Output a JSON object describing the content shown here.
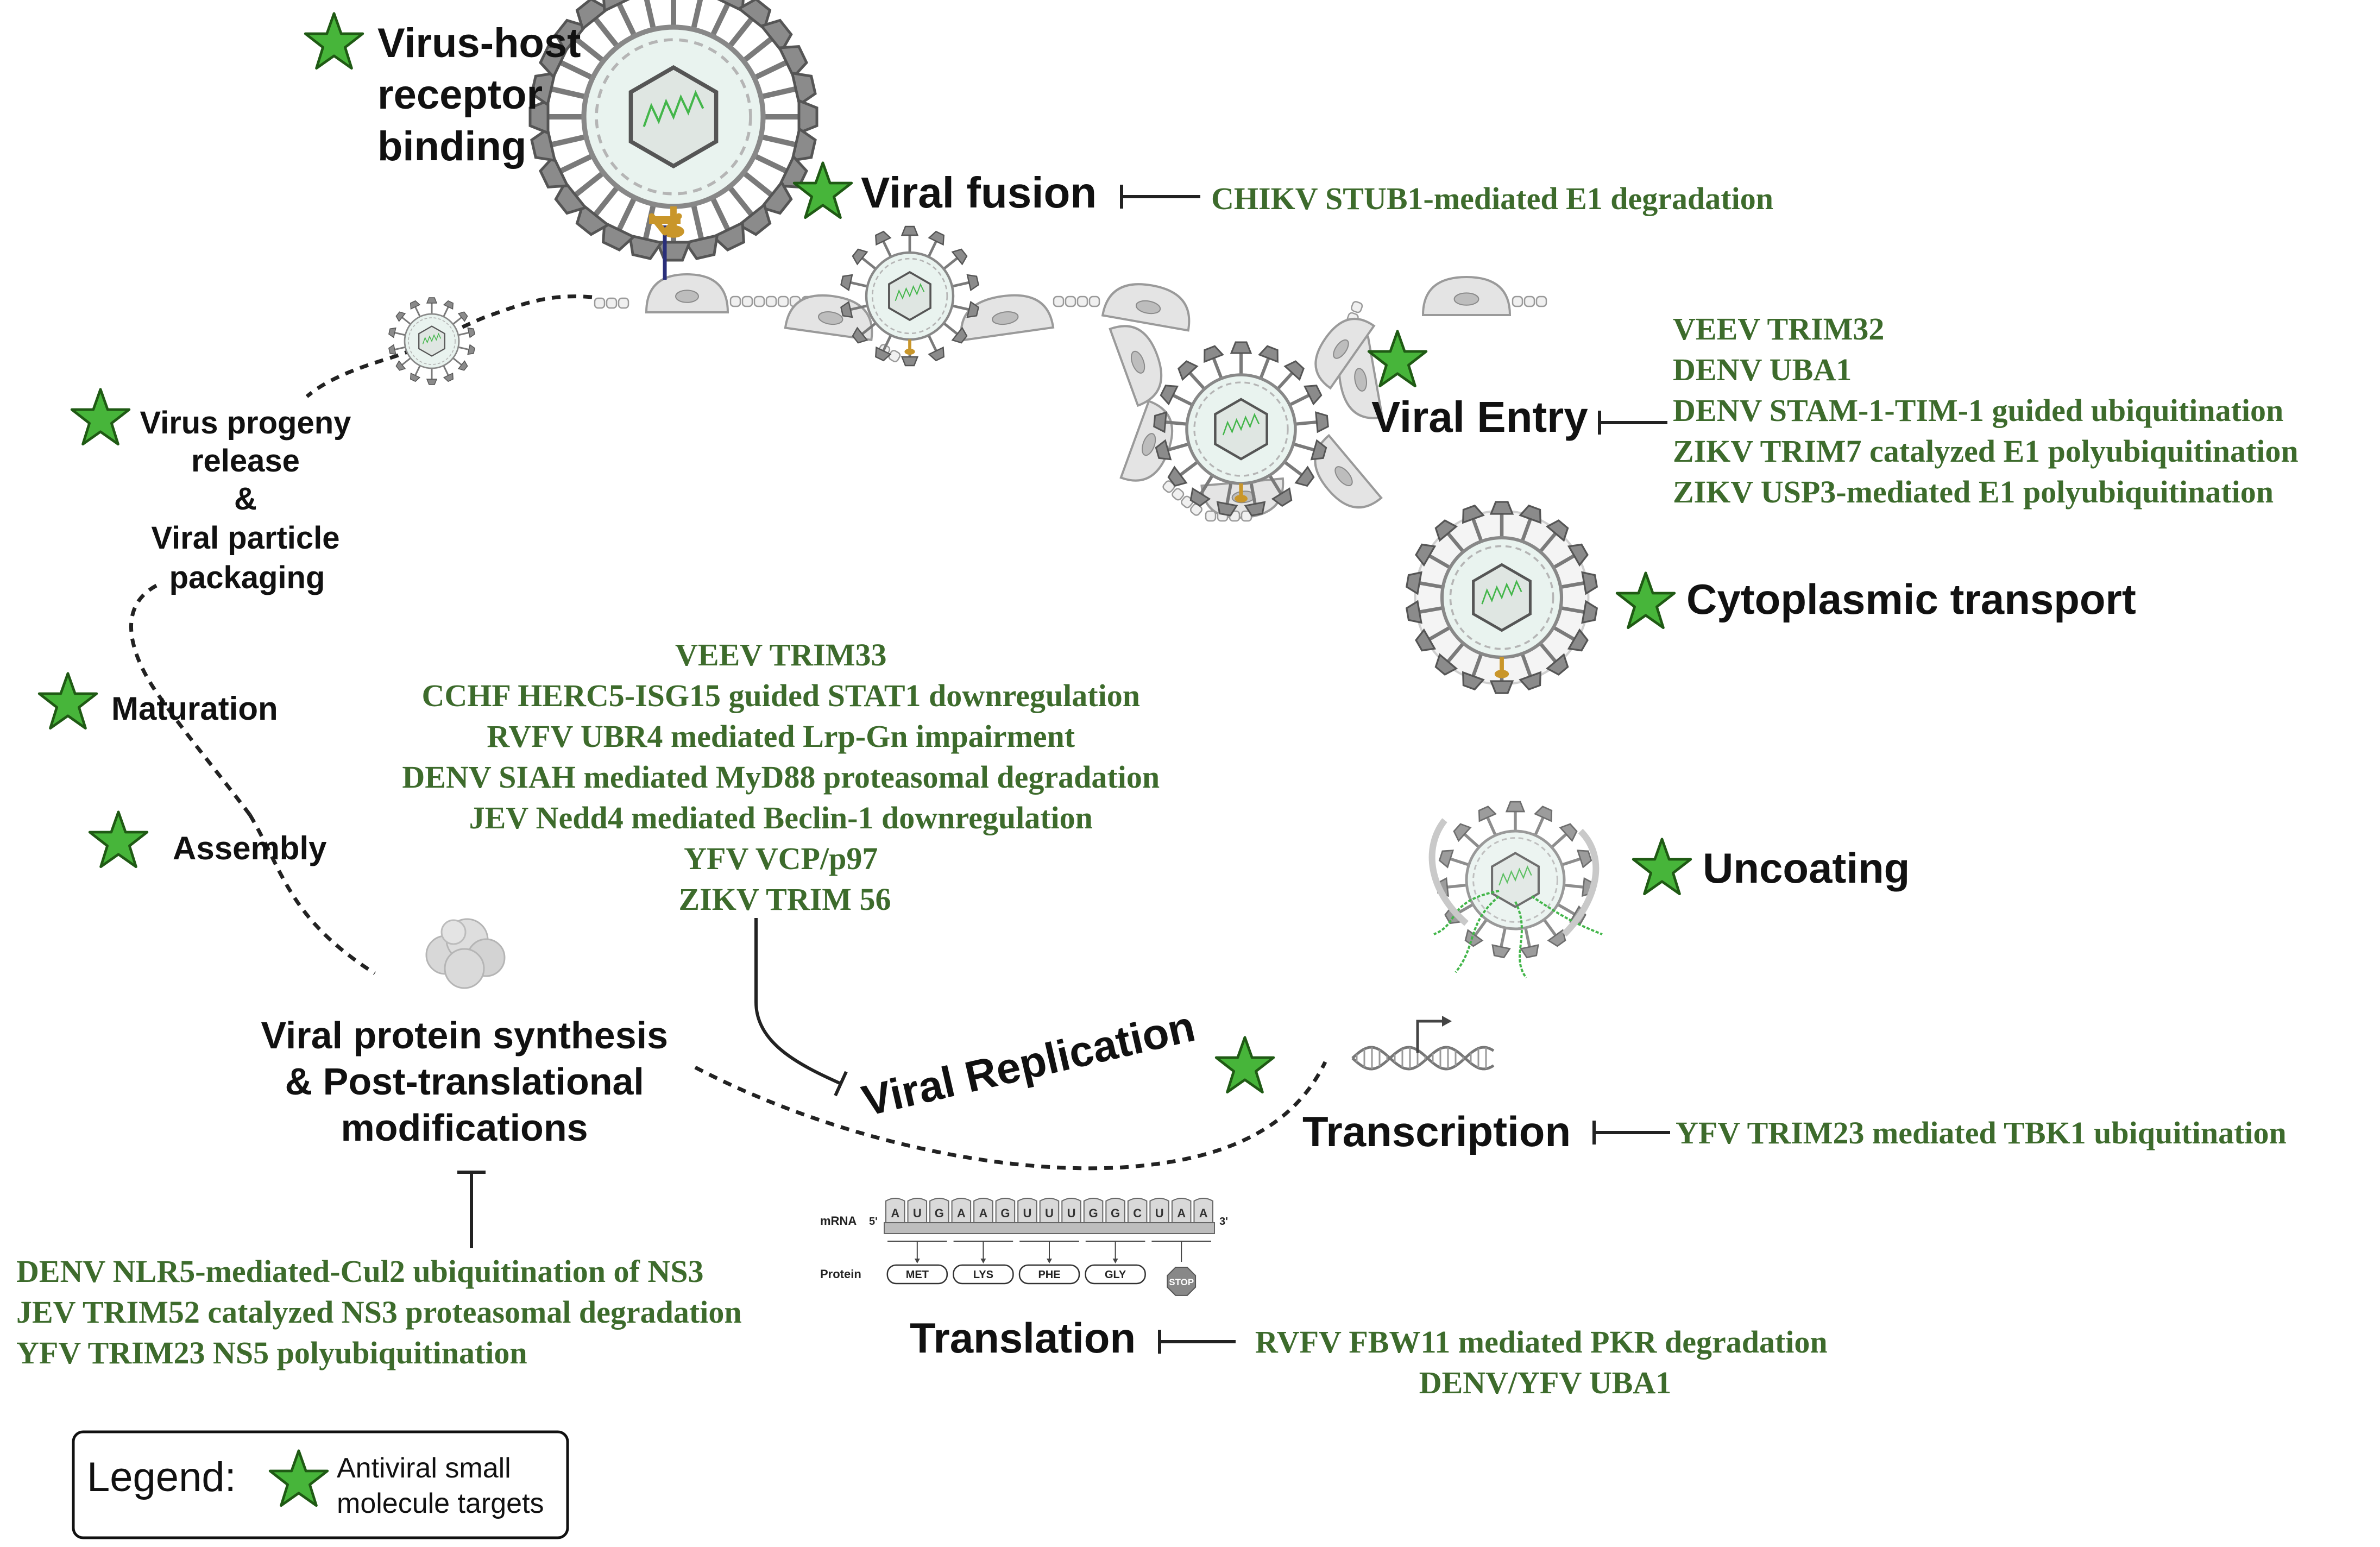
{
  "colors": {
    "green_text": "#3d6b2c",
    "star_fill": "#47b53a",
    "star_stroke": "#1f5a14",
    "label": "#111111",
    "virus_spike": "#7a7a7a",
    "receptor": "#c9962a",
    "cell_fill": "#e4e4e4",
    "rna": "#43b64a"
  },
  "stages": {
    "receptor_binding": {
      "lines": [
        "Virus-host",
        "receptor",
        "binding"
      ]
    },
    "fusion": {
      "label": "Viral fusion"
    },
    "entry": {
      "label": "Viral Entry"
    },
    "transport": {
      "label": "Cytoplasmic transport"
    },
    "uncoating": {
      "label": "Uncoating"
    },
    "replication": {
      "label": "Viral Replication"
    },
    "transcription": {
      "label": "Transcription"
    },
    "translation": {
      "label": "Translation"
    },
    "protein_synthesis": {
      "lines": [
        "Viral protein synthesis",
        "& Post-translational",
        "modifications"
      ]
    },
    "progeny_release": {
      "lines": [
        "Virus progeny",
        "release",
        "&",
        "Viral particle",
        "packaging"
      ]
    },
    "maturation": {
      "label": "Maturation"
    },
    "assembly": {
      "label": "Assembly"
    }
  },
  "inhibitors": {
    "fusion": [
      "CHIKV STUB1-mediated E1 degradation"
    ],
    "entry": [
      "VEEV TRIM32",
      "DENV UBA1",
      "DENV STAM-1-TIM-1 guided ubiquitination",
      "ZIKV TRIM7 catalyzed E1 polyubiquitination",
      "ZIKV USP3-mediated E1 polyubiquitination"
    ],
    "replication": [
      "VEEV TRIM33",
      "CCHF HERC5-ISG15 guided STAT1 downregulation",
      "RVFV UBR4 mediated Lrp-Gn impairment",
      "DENV SIAH mediated MyD88 proteasomal degradation",
      "JEV Nedd4 mediated Beclin-1 downregulation",
      "YFV VCP/p97",
      "ZIKV TRIM 56"
    ],
    "transcription": [
      "YFV TRIM23 mediated TBK1 ubiquitination"
    ],
    "protein_synthesis": [
      "DENV NLR5-mediated-Cul2 ubiquitination of NS3",
      "JEV TRIM52 catalyzed NS3 proteasomal degradation",
      "YFV TRIM23 NS5 polyubiquitination"
    ],
    "translation": [
      "RVFV FBW11 mediated PKR degradation",
      "DENV/YFV UBA1"
    ]
  },
  "translation_figure": {
    "mrna_label": "mRNA",
    "protein_label": "Protein",
    "five_prime": "5'",
    "three_prime": "3'",
    "codons": [
      "A",
      "U",
      "G",
      "A",
      "A",
      "G",
      "U",
      "U",
      "U",
      "G",
      "G",
      "C",
      "U",
      "A",
      "A"
    ],
    "amino_acids": [
      "MET",
      "LYS",
      "PHE",
      "GLY"
    ],
    "stop": "STOP"
  },
  "legend": {
    "title": "Legend:",
    "lines": [
      "Antiviral small",
      "molecule targets"
    ]
  },
  "icons": {
    "star": "star-icon",
    "virus": "virus-particle-icon",
    "cell": "host-cell-icon",
    "dna": "dna-helix-icon",
    "ribosome": "ribosome-icon"
  }
}
